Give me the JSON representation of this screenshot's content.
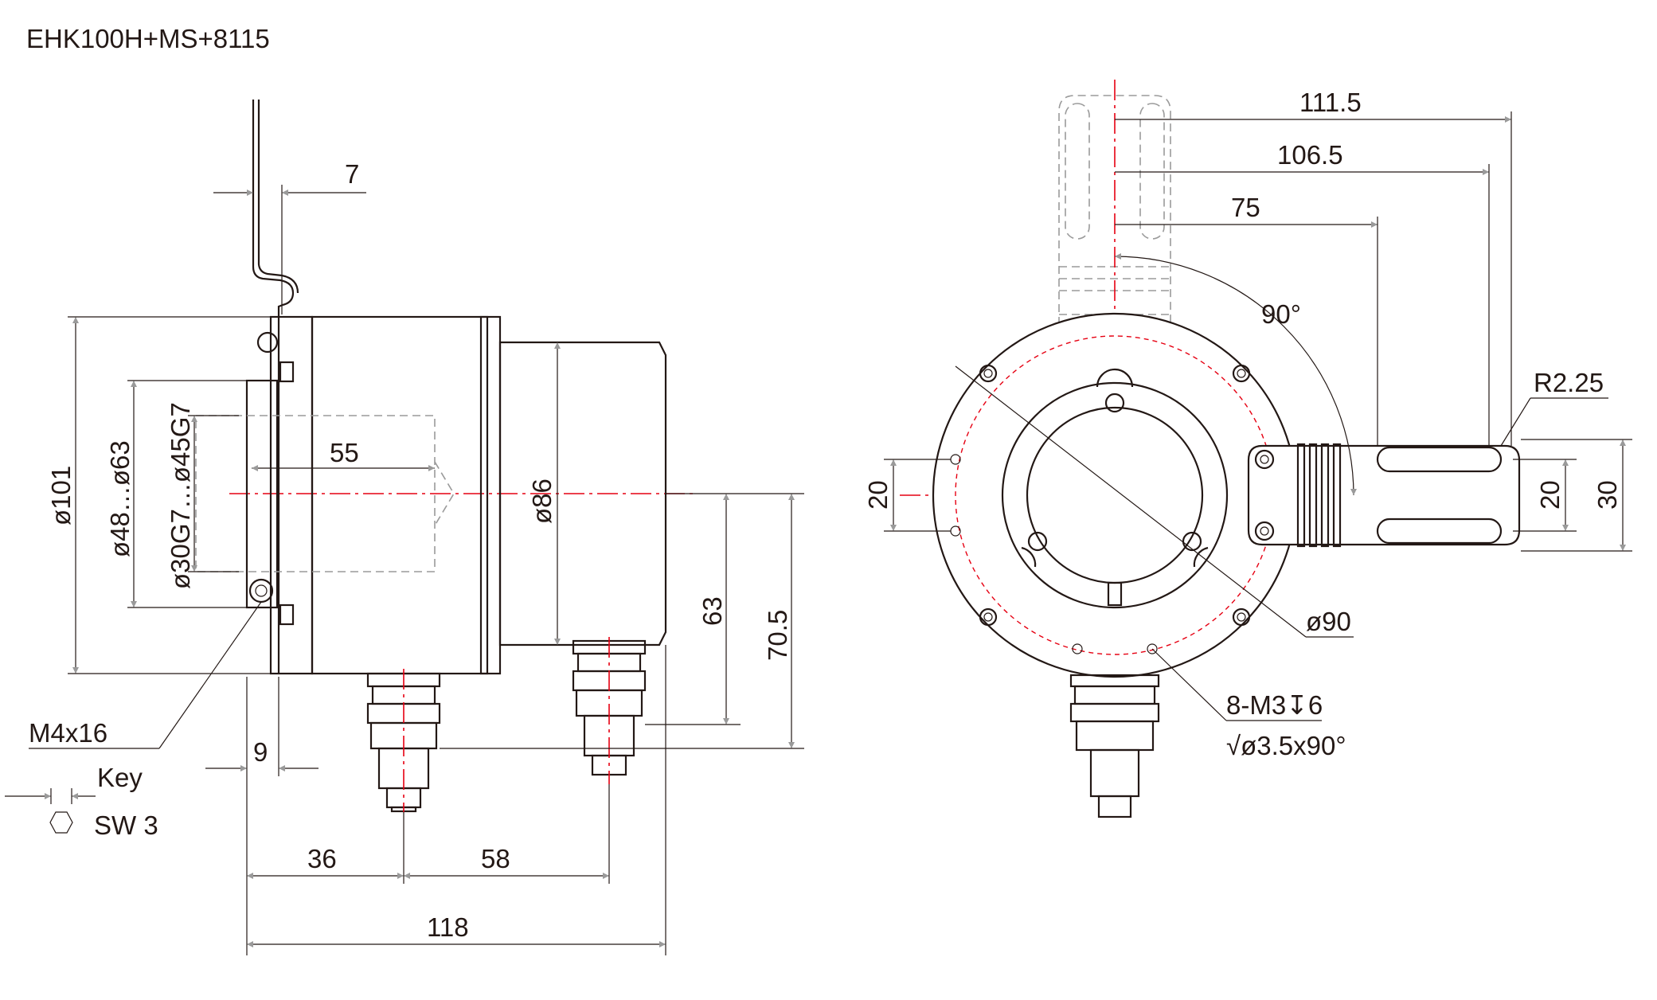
{
  "title": "EHK100H+MS+8115",
  "side_view": {
    "dim_7": "7",
    "dim_55": "55",
    "dim_d101": "ø101",
    "dim_d48_63": "ø48…ø63",
    "dim_d30_45": "ø30G7…ø45G7",
    "dim_d86": "ø86",
    "dim_63": "63",
    "dim_70_5": "70.5",
    "dim_9": "9",
    "dim_36": "36",
    "dim_58": "58",
    "dim_118": "118",
    "screw_label": "M4x16",
    "key_label": "Key",
    "sw_label": "SW  3"
  },
  "front_view": {
    "dim_111_5": "111.5",
    "dim_106_5": "106.5",
    "dim_75": "75",
    "angle_90": "90°",
    "radius_r2_25": "R2.25",
    "dim_20_left": "20",
    "dim_20_right": "20",
    "dim_30": "30",
    "dim_d90": "ø90",
    "thread_label": "8-M3↧6",
    "countersink_label": "√ø3.5x90°"
  },
  "colors": {
    "outline": "#231815",
    "dimension": "#9a9a9a",
    "centerline": "#e60012"
  }
}
